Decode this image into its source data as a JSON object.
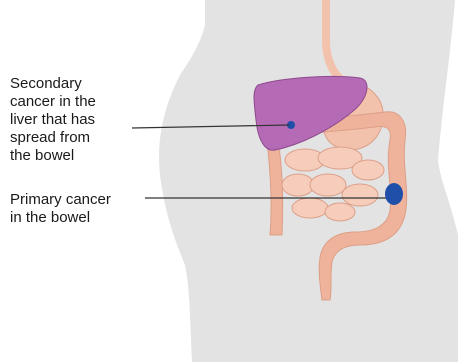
{
  "labels": {
    "secondary": "Secondary\ncancer in the\nliver that has\nspread from\nthe bowel",
    "primary": "Primary cancer\nin the bowel"
  },
  "colors": {
    "body_silhouette": "#e3e3e3",
    "liver": "#b46ab4",
    "intestine": "#efb39c",
    "intestine_outline": "#dc9f88",
    "tumour": "#1f4fa8",
    "oesophagus": "#f3c2ad",
    "leader_line": "#333333"
  },
  "icons": {
    "body": "torso-silhouette",
    "liver": "liver-organ",
    "bowel": "bowel-organ"
  }
}
